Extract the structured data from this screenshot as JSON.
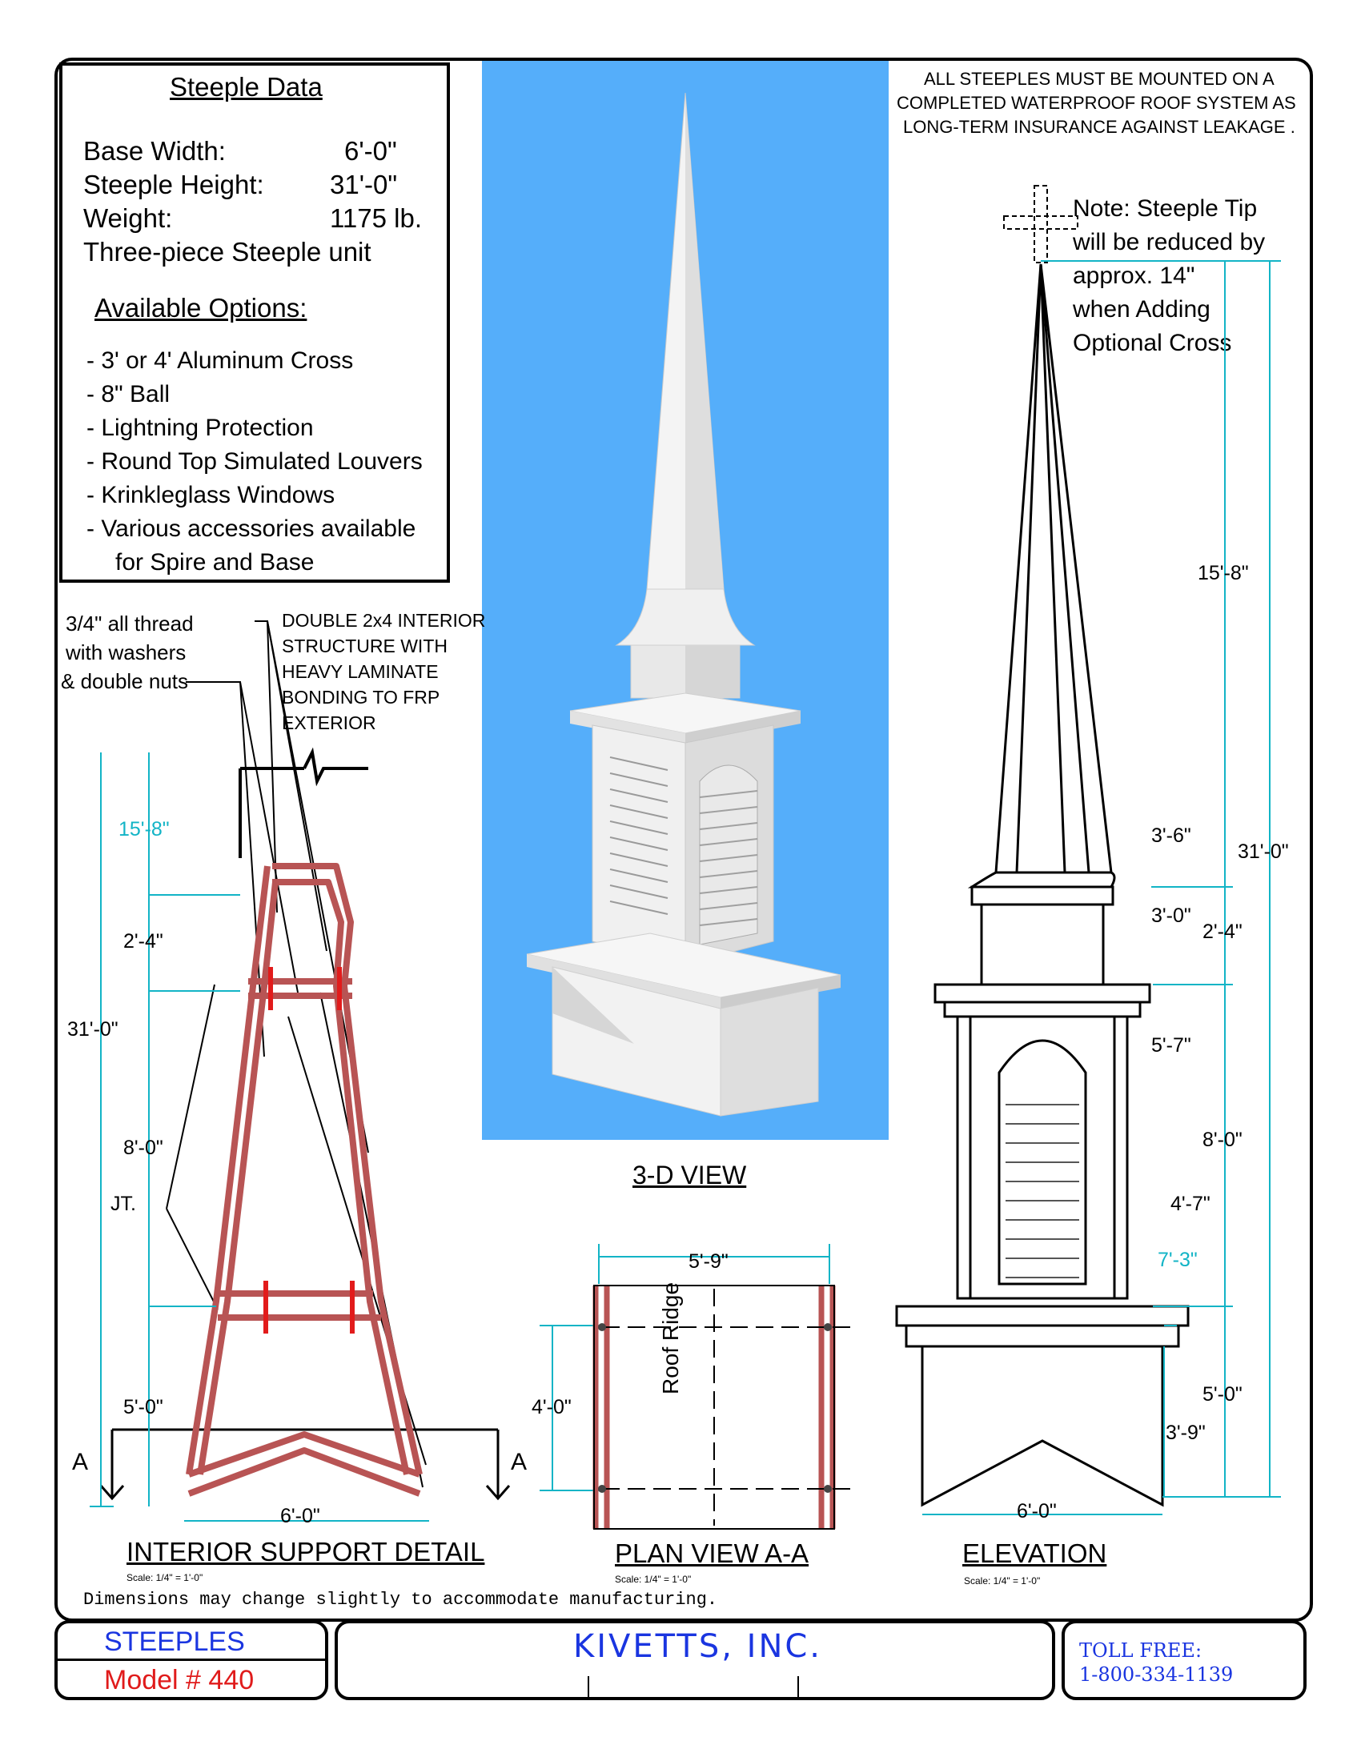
{
  "steeple_data": {
    "title": "Steeple Data",
    "rows": [
      {
        "label": "Base Width:",
        "value": "6'-0\""
      },
      {
        "label": "Steeple Height:",
        "value": "31'-0\""
      },
      {
        "label": "Weight:",
        "value": "1175 lb."
      }
    ],
    "unit_note": "Three-piece Steeple unit",
    "options_title": "Available Options:",
    "options": [
      "-  3' or 4' Aluminum Cross",
      "-  8\" Ball",
      "-  Lightning Protection",
      "-  Round Top Simulated Louvers",
      "-  Krinkleglass Windows",
      "-  Various accessories available",
      "for Spire and Base"
    ]
  },
  "notes": {
    "mount_note": [
      "ALL STEEPLES MUST BE MOUNTED ON A",
      "COMPLETED WATERPROOF ROOF SYSTEM AS",
      "LONG-TERM INSURANCE AGAINST LEAKAGE ."
    ],
    "tip_note": [
      "Note:  Steeple Tip",
      "will be reduced by",
      "approx. 14\"",
      "when Adding",
      "Optional Cross"
    ],
    "thread_note": [
      "3/4\" all thread",
      "with washers",
      "& double nuts"
    ],
    "structure_note": [
      "DOUBLE 2x4 INTERIOR",
      "STRUCTURE WITH",
      "HEAVY LAMINATE",
      "BONDING TO FRP",
      "EXTERIOR"
    ],
    "joint": "JT.",
    "section_mark": "A",
    "disclaimer": "Dimensions may change slightly to accommodate manufacturing."
  },
  "views": {
    "view3d_title": "3-D VIEW",
    "interior_title": "INTERIOR SUPPORT DETAIL",
    "plan_title": "PLAN VIEW A-A",
    "elevation_title": "ELEVATION",
    "scale": "Scale: 1/4\" = 1'-0\"",
    "roof_ridge": "Roof Ridge"
  },
  "dimensions": {
    "interior": {
      "spire": "15'-8\"",
      "neck": "2'-4\"",
      "total": "31'-0\"",
      "belfry": "8'-0\"",
      "base": "5'-0\"",
      "width": "6'-0\""
    },
    "plan": {
      "width": "5'-9\"",
      "depth": "4'-0\""
    },
    "elevation": {
      "spire": "15'-8\"",
      "total": "31'-0\"",
      "spire_base": "3'-6\"",
      "collar": "3'-0\"",
      "neck": "2'-4\"",
      "belfry_top": "5'-7\"",
      "belfry": "8'-0\"",
      "belfry_bottom": "4'-7\"",
      "base_top": "7'-3\"",
      "base": "5'-0\"",
      "base_side": "3'-9\"",
      "width": "6'-0\""
    }
  },
  "title_block": {
    "category": "STEEPLES",
    "model": "Model # 440",
    "company": "KIVETTS, INC.",
    "toll_label": "TOLL FREE:",
    "phone": "1-800-334-1139"
  }
}
